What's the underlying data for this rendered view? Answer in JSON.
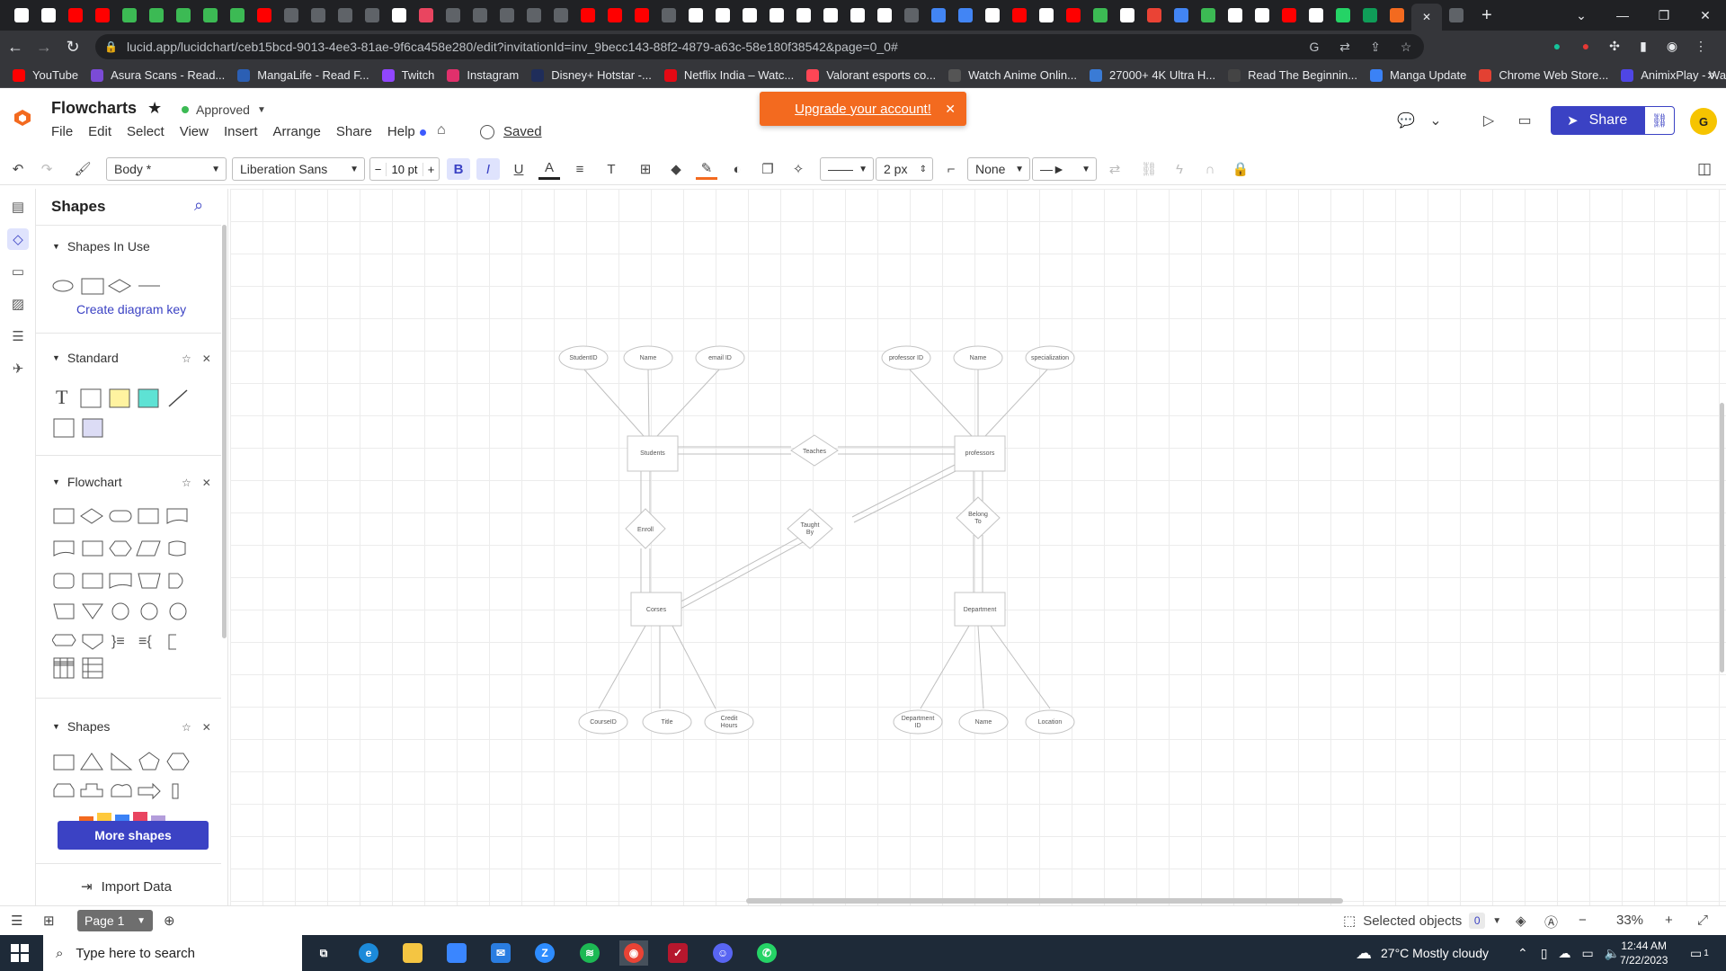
{
  "browser": {
    "tabs": [
      {
        "icon": "page-icon",
        "color": "#ffffff"
      },
      {
        "icon": "page-icon",
        "color": "#ffffff"
      },
      {
        "icon": "youtube-icon",
        "color": "#ff0000"
      },
      {
        "icon": "youtube-icon",
        "color": "#ff0000"
      },
      {
        "icon": "ib-icon",
        "color": "#3cba54"
      },
      {
        "icon": "ib-icon",
        "color": "#3cba54"
      },
      {
        "icon": "ib-icon",
        "color": "#3cba54"
      },
      {
        "icon": "ib-icon",
        "color": "#3cba54"
      },
      {
        "icon": "ib-icon",
        "color": "#3cba54"
      },
      {
        "icon": "youtube-icon",
        "color": "#ff0000"
      },
      {
        "icon": "circle-icon",
        "color": "#5f6368"
      },
      {
        "icon": "circle-icon",
        "color": "#5f6368"
      },
      {
        "icon": "circle-icon",
        "color": "#5f6368"
      },
      {
        "icon": "circle-icon",
        "color": "#5f6368"
      },
      {
        "icon": "anime-icon",
        "color": "#ffffff"
      },
      {
        "icon": "anime-icon",
        "color": "#e94560"
      },
      {
        "icon": "circle-icon",
        "color": "#5f6368"
      },
      {
        "icon": "circle-icon",
        "color": "#5f6368"
      },
      {
        "icon": "circle-icon",
        "color": "#5f6368"
      },
      {
        "icon": "circle-icon",
        "color": "#5f6368"
      },
      {
        "icon": "circle-icon",
        "color": "#5f6368"
      },
      {
        "icon": "youtube-icon",
        "color": "#ff0000"
      },
      {
        "icon": "youtube-icon",
        "color": "#ff0000"
      },
      {
        "icon": "youtube-icon",
        "color": "#ff0000"
      },
      {
        "icon": "github-icon",
        "color": "#5f6368"
      },
      {
        "icon": "circle-icon",
        "color": "#ffffff"
      },
      {
        "icon": "circle-icon",
        "color": "#ffffff"
      },
      {
        "icon": "circle-icon",
        "color": "#ffffff"
      },
      {
        "icon": "circle-icon",
        "color": "#ffffff"
      },
      {
        "icon": "circle-icon",
        "color": "#ffffff"
      },
      {
        "icon": "circle-icon",
        "color": "#ffffff"
      },
      {
        "icon": "circle-icon",
        "color": "#ffffff"
      },
      {
        "icon": "circle-icon",
        "color": "#ffffff"
      },
      {
        "icon": "github-icon",
        "color": "#5f6368"
      },
      {
        "icon": "docs-icon",
        "color": "#4285f4"
      },
      {
        "icon": "docs-icon",
        "color": "#4285f4"
      },
      {
        "icon": "circle-icon",
        "color": "#ffffff"
      },
      {
        "icon": "youtube-icon",
        "color": "#ff0000"
      },
      {
        "icon": "circle-icon",
        "color": "#ffffff"
      },
      {
        "icon": "youtube-icon",
        "color": "#ff0000"
      },
      {
        "icon": "ib-icon",
        "color": "#3cba54"
      },
      {
        "icon": "anime-icon",
        "color": "#ffffff"
      },
      {
        "icon": "gmail-icon",
        "color": "#ea4335"
      },
      {
        "icon": "docs-icon",
        "color": "#4285f4"
      },
      {
        "icon": "xbox-icon",
        "color": "#3cba54"
      },
      {
        "icon": "download-icon",
        "color": "#ffffff"
      },
      {
        "icon": "google-icon",
        "color": "#ffffff"
      },
      {
        "icon": "youtube-icon",
        "color": "#ff0000"
      },
      {
        "icon": "google-icon",
        "color": "#ffffff"
      },
      {
        "icon": "whatsapp-icon",
        "color": "#25d366"
      },
      {
        "icon": "sheets-icon",
        "color": "#0f9d58"
      },
      {
        "icon": "lucid-icon",
        "color": "#f36a1f"
      },
      {
        "icon": "github-icon",
        "color": "#5f6368"
      }
    ],
    "active_tab_icon": "lucid-icon",
    "url": "lucid.app/lucidchart/ceb15bcd-9013-4ee3-81ae-9f6ca458e280/edit?invitationId=inv_9becc143-88f2-4879-a63c-58e180f38542&page=0_0#",
    "bookmarks": [
      {
        "label": "YouTube",
        "icon": "youtube-icon",
        "color": "#ff0000"
      },
      {
        "label": "Asura Scans - Read...",
        "icon": "asura-icon",
        "color": "#7b4bd6"
      },
      {
        "label": "MangaLife - Read F...",
        "icon": "manga-icon",
        "color": "#2b5fb4"
      },
      {
        "label": "Twitch",
        "icon": "twitch-icon",
        "color": "#9146ff"
      },
      {
        "label": "Instagram",
        "icon": "instagram-icon",
        "color": "#e1306c"
      },
      {
        "label": "Disney+ Hotstar -...",
        "icon": "hotstar-icon",
        "color": "#1f2d5a"
      },
      {
        "label": "Netflix India – Watc...",
        "icon": "netflix-icon",
        "color": "#e50914"
      },
      {
        "label": "Valorant esports co...",
        "icon": "valorant-icon",
        "color": "#ff4655"
      },
      {
        "label": "Watch Anime Onlin...",
        "icon": "anime-icon",
        "color": "#555555"
      },
      {
        "label": "27000+ 4K Ultra H...",
        "icon": "wallpaper-icon",
        "color": "#3a7bd5"
      },
      {
        "label": "Read The Beginnin...",
        "icon": "book-icon",
        "color": "#444444"
      },
      {
        "label": "Manga Update",
        "icon": "manga-icon",
        "color": "#3b82f6"
      },
      {
        "label": "Chrome Web Store...",
        "icon": "chrome-store-icon",
        "color": "#e34133"
      },
      {
        "label": "AnimixPlay - Watch...",
        "icon": "animix-icon",
        "color": "#4f46e5"
      }
    ]
  },
  "header": {
    "doc_title": "Flowcharts",
    "status": "Approved",
    "menu": [
      "File",
      "Edit",
      "Select",
      "View",
      "Insert",
      "Arrange",
      "Share",
      "Help"
    ],
    "saved": "Saved",
    "upgrade": "Upgrade your account!",
    "share": "Share",
    "avatar": "G"
  },
  "toolbar": {
    "style": "Body *",
    "font": "Liberation Sans",
    "font_size": "10 pt",
    "line_width": "2 px",
    "start_arrow": "None"
  },
  "shapes_panel": {
    "title": "Shapes",
    "in_use_title": "Shapes In Use",
    "diagram_key": "Create diagram key",
    "standard_title": "Standard",
    "flowchart_title": "Flowchart",
    "shapes_title": "Shapes",
    "more_shapes": "More shapes",
    "import_data": "Import Data"
  },
  "diagram": {
    "entities": [
      "Students",
      "professors",
      "Corses",
      "Department"
    ],
    "relationships": [
      "Teaches",
      "Enroll",
      "Taught By",
      "Belong To"
    ],
    "attributes": {
      "students": [
        "StudentID",
        "Name",
        "email ID"
      ],
      "professors": [
        "professor ID",
        "Name",
        "specialization"
      ],
      "corses": [
        "CourseID",
        "Title",
        "Credit Hours"
      ],
      "department": [
        "Department ID",
        "Name",
        "Location"
      ]
    }
  },
  "bottombar": {
    "page": "Page 1",
    "selected_label": "Selected objects",
    "selected_count": "0",
    "zoom": "33%"
  },
  "taskbar": {
    "search_placeholder": "Type here to search",
    "weather": "27°C  Mostly cloudy",
    "time": "12:44 AM",
    "date": "7/22/2023",
    "notification_count": "1"
  }
}
